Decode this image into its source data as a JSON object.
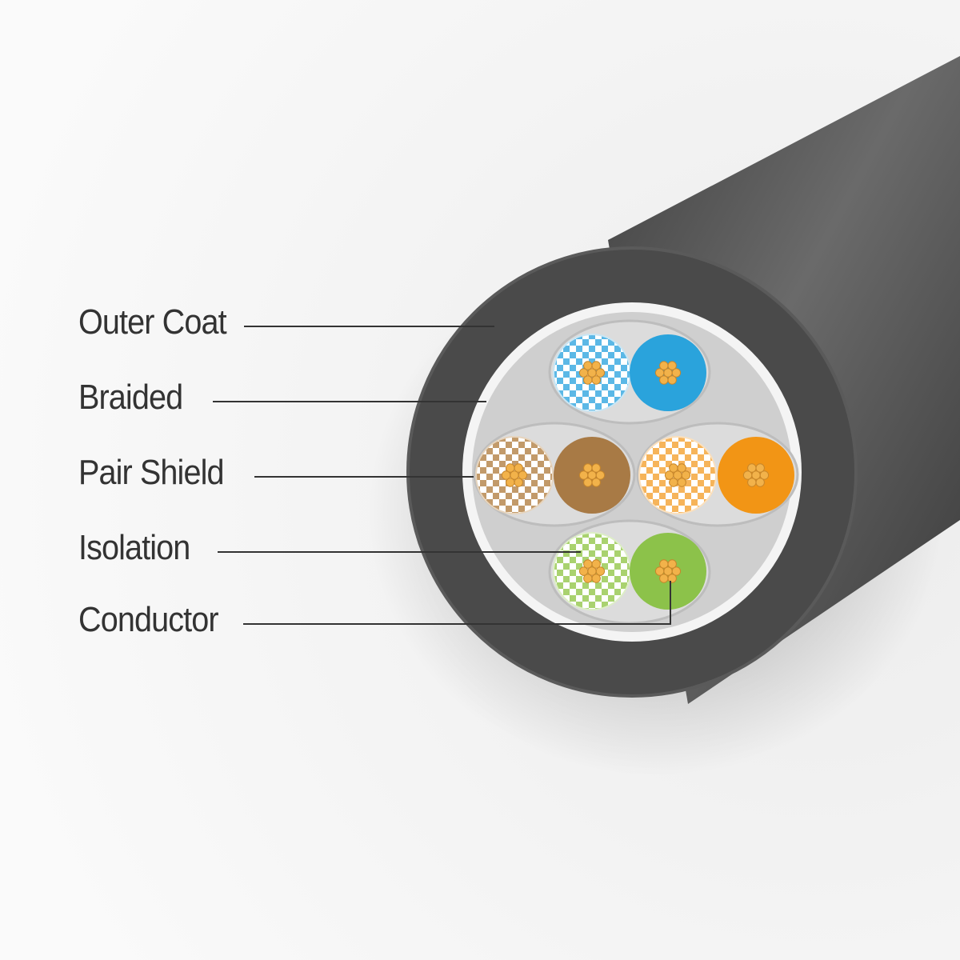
{
  "labels": {
    "outer_coat": "Outer Coat",
    "braided": "Braided",
    "pair_shield": "Pair Shield",
    "isolation": "Isolation",
    "conductor": "Conductor"
  },
  "colors": {
    "background": "#f7f7f7",
    "jacket": "#4a4a4a",
    "braid": "#f4f4f4",
    "filler": "#cfcfcf",
    "pair_shield": "#dcdcdc",
    "copper": "#f2b24a",
    "pair_blue": "#2aa3dc",
    "pair_brown": "#a87a45",
    "pair_orange": "#f29515",
    "pair_green": "#8cc24a",
    "label_text": "#333333"
  }
}
